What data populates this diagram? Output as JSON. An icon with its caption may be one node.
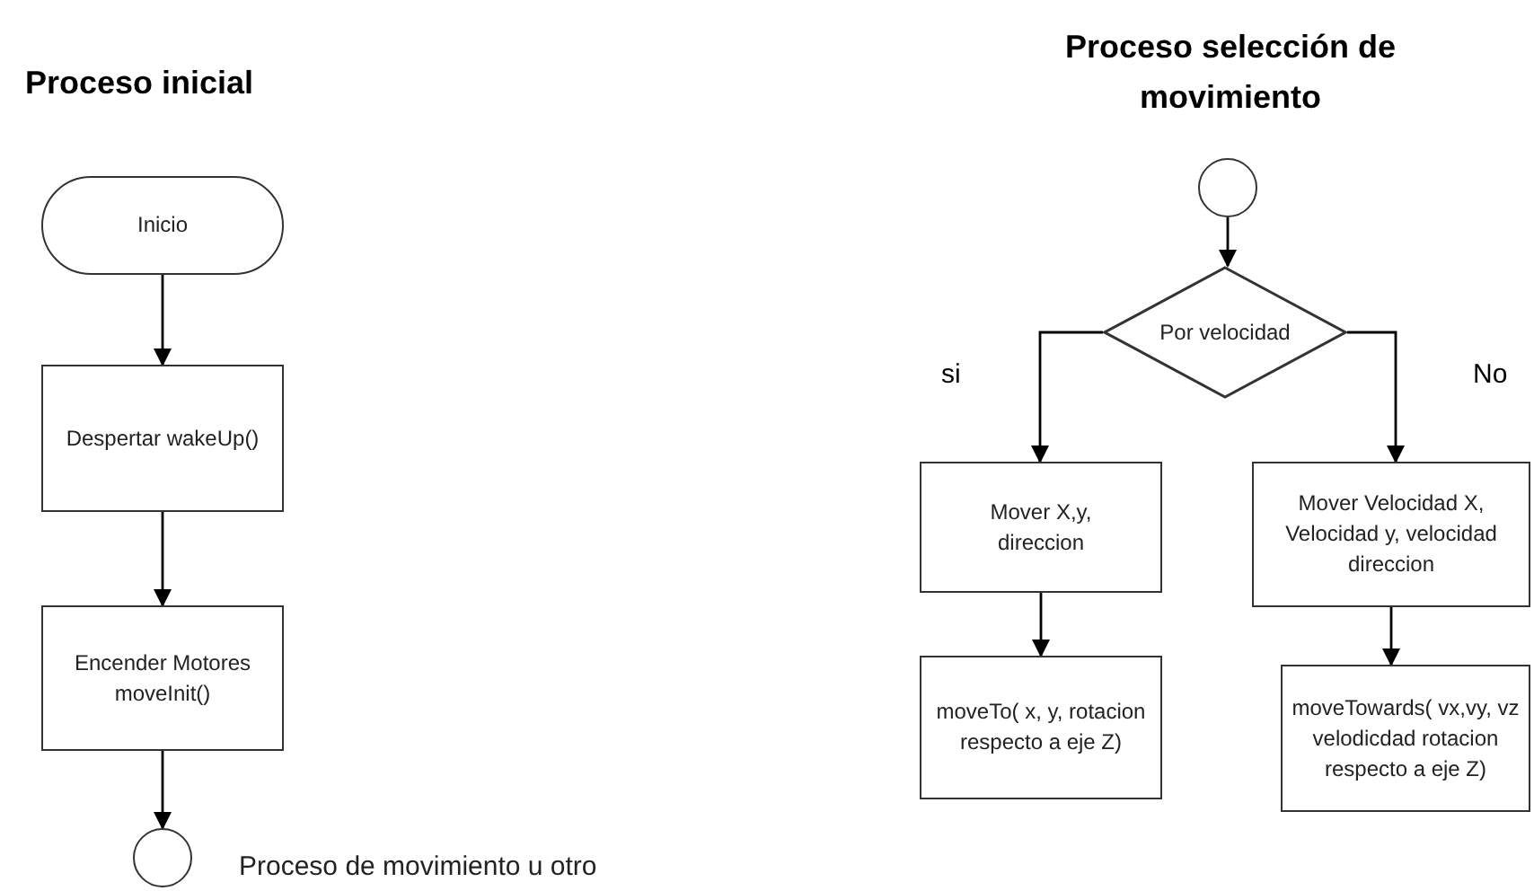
{
  "diagram": {
    "nodes": [
      {
        "text": [
          "Inicio"
        ]
      },
      {
        "text": [
          "Despertar wakeUp()"
        ]
      },
      {
        "text": [
          "Encender Motores moveInit()"
        ]
      },
      {
        "text": [],
        "shape": "circle",
        "beside": [
          "Proceso de movimiento u otro"
        ]
      },
      {
        "text": [],
        "shape": "circle"
      },
      {
        "text": [
          "Por velocidad"
        ]
      },
      {
        "text": [
          "Mover X,y, direccion"
        ]
      },
      {
        "text": [
          "Mover Velocidad X, Velocidad y, velocidad direccion"
        ]
      },
      {
        "text": [
          "moveTo( x, y, rotacion respecto a eje Z)"
        ]
      },
      {
        "text": [
          "moveTowards( vx,vy, vz velodicdad rotacion respecto a eje Z)"
        ]
      }
    ],
    "edges": [
      {
        "from": 0,
        "to": 1,
        "arrow": "to"
      },
      {
        "from": 1,
        "to": 2,
        "arrow": "to"
      },
      {
        "from": 2,
        "to": 3,
        "arrow": "to"
      },
      {
        "from": 4,
        "to": 5,
        "arrow": "to"
      },
      {
        "from": 5,
        "to": 6,
        "arrow": "to",
        "label": "si"
      },
      {
        "from": 5,
        "to": 7,
        "arrow": "to",
        "label": "No"
      },
      {
        "from": 6,
        "to": 8,
        "arrow": "to"
      },
      {
        "from": 7,
        "to": 9,
        "arrow": "to"
      }
    ],
    "labels": [
      "Proceso inicial",
      "Proceso selección de movimiento"
    ]
  }
}
